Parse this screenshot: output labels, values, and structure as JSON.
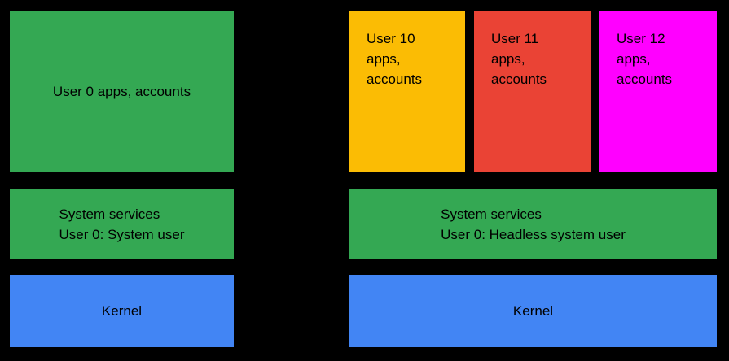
{
  "colors": {
    "background": "#000000",
    "green": "#34A853",
    "blue": "#4285F4",
    "yellow": "#FBBC04",
    "red": "#EA4335",
    "magenta": "#FF00FF",
    "text": "#000000"
  },
  "single_user_device": {
    "apps_box": {
      "label": "User 0 apps, accounts"
    },
    "system_services_box": {
      "line1": "System services",
      "line2": "User 0: System user"
    },
    "kernel_box": {
      "label": "Kernel"
    }
  },
  "multi_user_device": {
    "user_app_boxes": [
      {
        "label": "User 10 apps, accounts"
      },
      {
        "label": "User 11 apps, accounts"
      },
      {
        "label": "User 12 apps, accounts"
      }
    ],
    "system_services_box": {
      "line1": "System services",
      "line2": "User 0: Headless system user"
    },
    "kernel_box": {
      "label": "Kernel"
    }
  }
}
